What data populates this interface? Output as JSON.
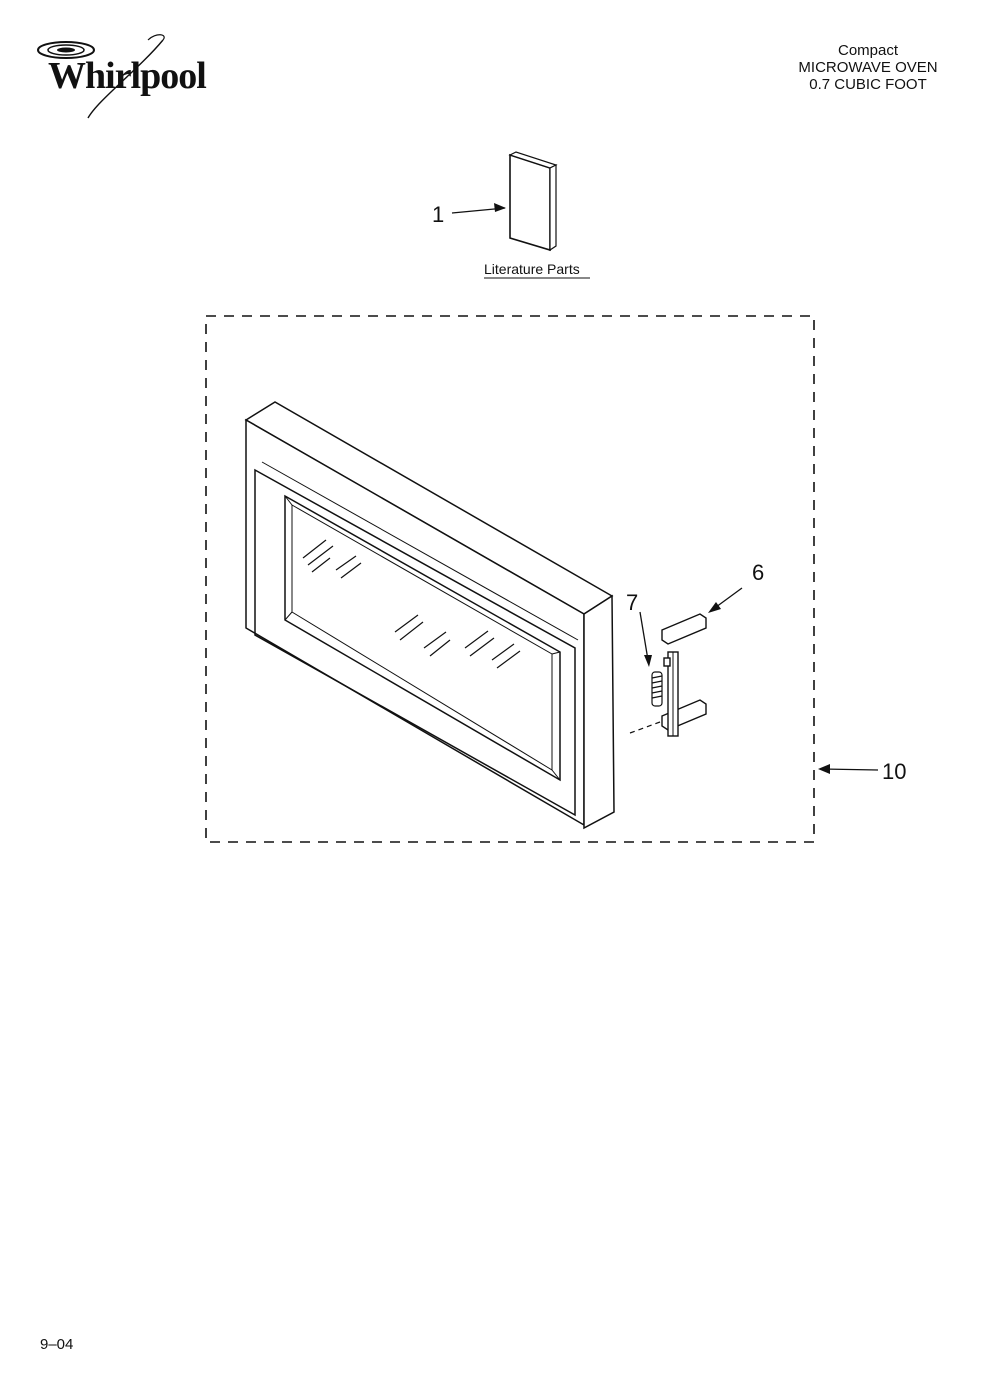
{
  "brand": {
    "name": "Whirlpool",
    "logo_icon": "whirlpool-swirl-logo"
  },
  "header": {
    "line1": "Compact",
    "line2": "MICROWAVE OVEN",
    "line3": "0.7 CUBIC FOOT"
  },
  "literature": {
    "callout": "1",
    "label": "Literature Parts"
  },
  "callouts": {
    "door_assembly": "10",
    "latch": "6",
    "spring": "7"
  },
  "footer": {
    "code": "9–04"
  }
}
